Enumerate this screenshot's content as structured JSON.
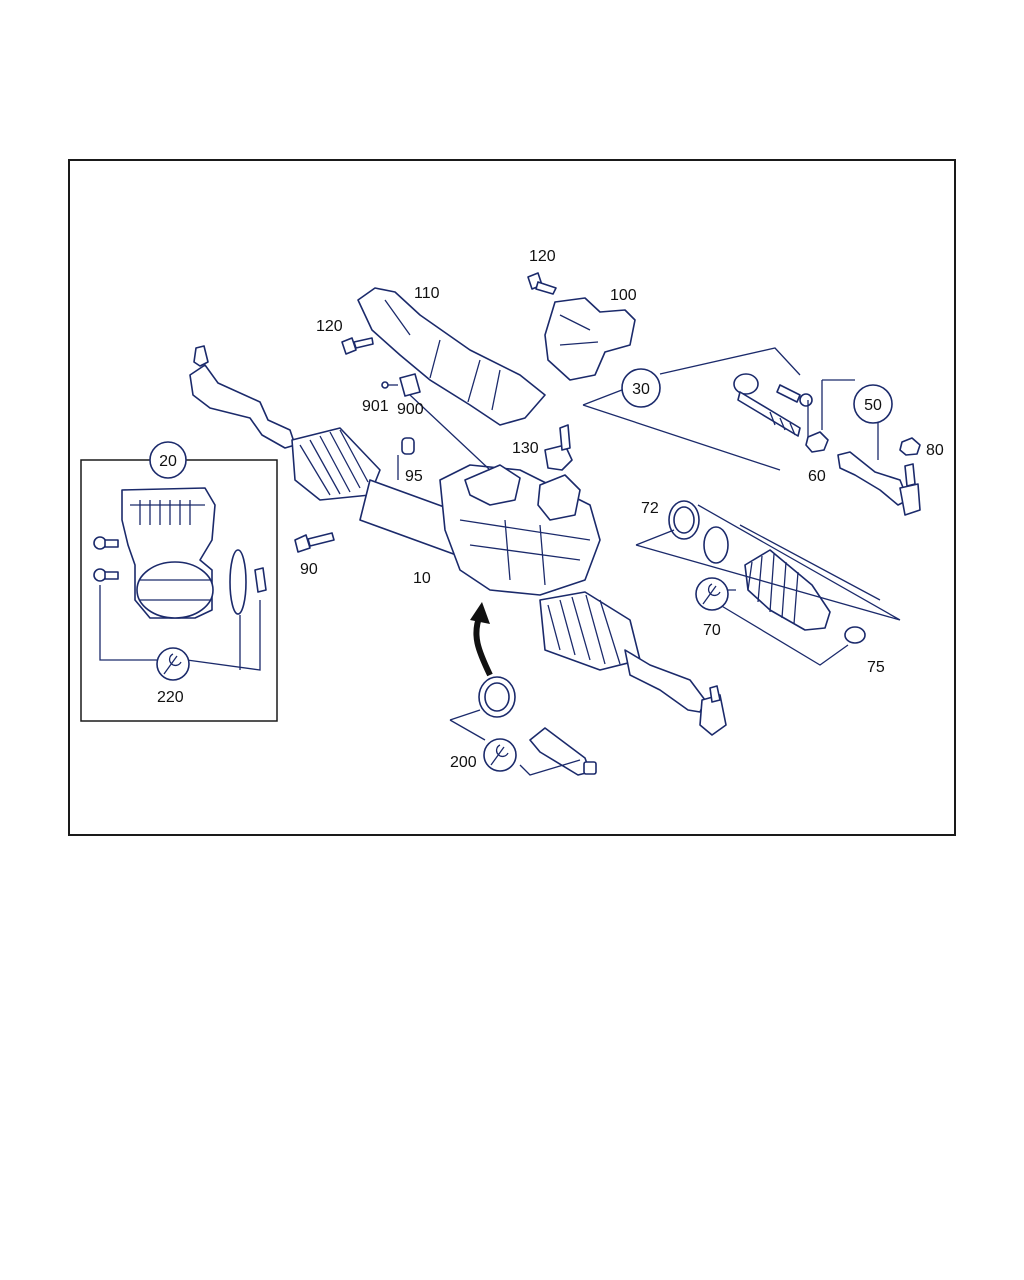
{
  "diagram": {
    "labels": {
      "p10": "10",
      "p20": "20",
      "p30": "30",
      "p50": "50",
      "p60": "60",
      "p70": "70",
      "p72": "72",
      "p75": "75",
      "p80": "80",
      "p90": "90",
      "p95": "95",
      "p100": "100",
      "p110": "110",
      "p120a": "120",
      "p120b": "120",
      "p130": "130",
      "p200": "200",
      "p220": "220",
      "p900": "900",
      "p901": "901"
    }
  }
}
